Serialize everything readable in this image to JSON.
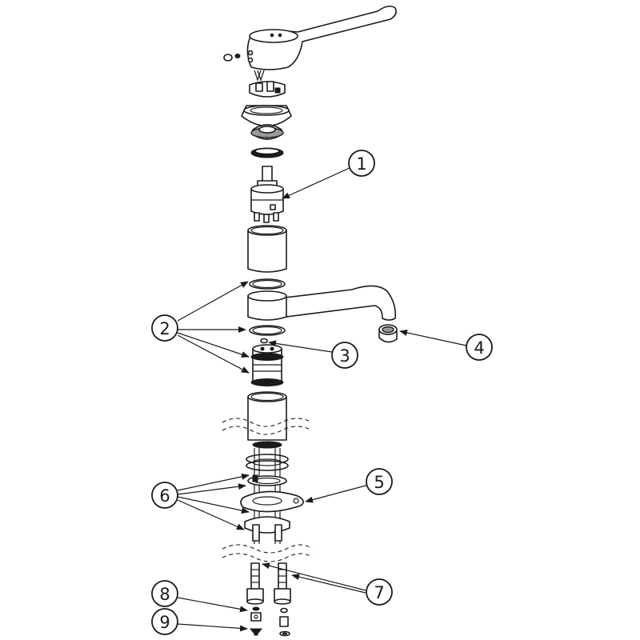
{
  "callouts": [
    {
      "id": "1",
      "label": "1"
    },
    {
      "id": "2",
      "label": "2"
    },
    {
      "id": "3",
      "label": "3"
    },
    {
      "id": "4",
      "label": "4"
    },
    {
      "id": "5",
      "label": "5"
    },
    {
      "id": "6",
      "label": "6"
    },
    {
      "id": "7",
      "label": "7"
    },
    {
      "id": "8",
      "label": "8"
    },
    {
      "id": "9",
      "label": "9"
    }
  ],
  "colors": {
    "line": "#1a1a1a",
    "background": "#ffffff",
    "shade": "#9a9a9a"
  }
}
